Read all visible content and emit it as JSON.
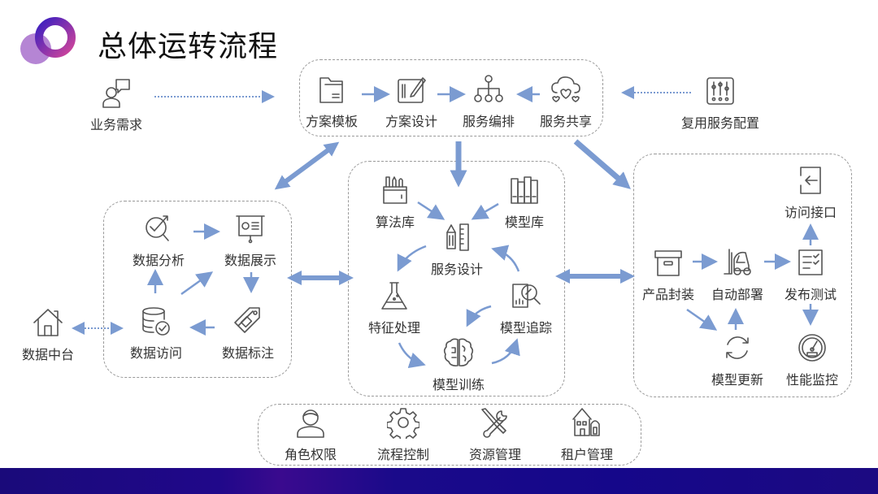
{
  "header": {
    "title": "总体运转流程"
  },
  "colors": {
    "arrow": "#7b9bd1",
    "icon": "#555555",
    "footer": "#1a0a82",
    "logo_ring": "#4b1fb8",
    "logo_circle": "#b364c8"
  },
  "external": {
    "business_demand": {
      "label": "业务需求",
      "icon": "user-chat-icon"
    },
    "reuse_config": {
      "label": "复用服务配置",
      "icon": "sliders-icon"
    },
    "data_platform": {
      "label": "数据中台",
      "icon": "house-icon"
    }
  },
  "top_group": {
    "items": [
      {
        "label": "方案模板",
        "icon": "folder-icon"
      },
      {
        "label": "方案设计",
        "icon": "design-tablet-icon"
      },
      {
        "label": "服务编排",
        "icon": "hierarchy-icon"
      },
      {
        "label": "服务共享",
        "icon": "cloud-hearts-icon"
      }
    ]
  },
  "data_group": {
    "items": [
      {
        "label": "数据分析",
        "icon": "analysis-icon"
      },
      {
        "label": "数据展示",
        "icon": "presentation-icon"
      },
      {
        "label": "数据访问",
        "icon": "database-check-icon"
      },
      {
        "label": "数据标注",
        "icon": "tag-icon"
      }
    ]
  },
  "model_group": {
    "items": [
      {
        "label": "算法库",
        "icon": "tools-cup-icon"
      },
      {
        "label": "模型库",
        "icon": "books-icon"
      },
      {
        "label": "服务设计",
        "icon": "pencil-ruler-icon"
      },
      {
        "label": "特征处理",
        "icon": "flask-icon"
      },
      {
        "label": "模型追踪",
        "icon": "magnifier-report-icon"
      },
      {
        "label": "模型训练",
        "icon": "brain-icon"
      }
    ]
  },
  "deploy_group": {
    "items": [
      {
        "label": "访问接口",
        "icon": "login-icon"
      },
      {
        "label": "产品封装",
        "icon": "box-icon"
      },
      {
        "label": "自动部署",
        "icon": "forklift-icon"
      },
      {
        "label": "发布测试",
        "icon": "checklist-icon"
      },
      {
        "label": "模型更新",
        "icon": "refresh-icon"
      },
      {
        "label": "性能监控",
        "icon": "gauge-icon"
      }
    ]
  },
  "bottom_group": {
    "items": [
      {
        "label": "角色权限",
        "icon": "user-icon"
      },
      {
        "label": "流程控制",
        "icon": "gear-icon"
      },
      {
        "label": "资源管理",
        "icon": "wrench-screwdriver-icon"
      },
      {
        "label": "租户管理",
        "icon": "buildings-icon"
      }
    ]
  }
}
